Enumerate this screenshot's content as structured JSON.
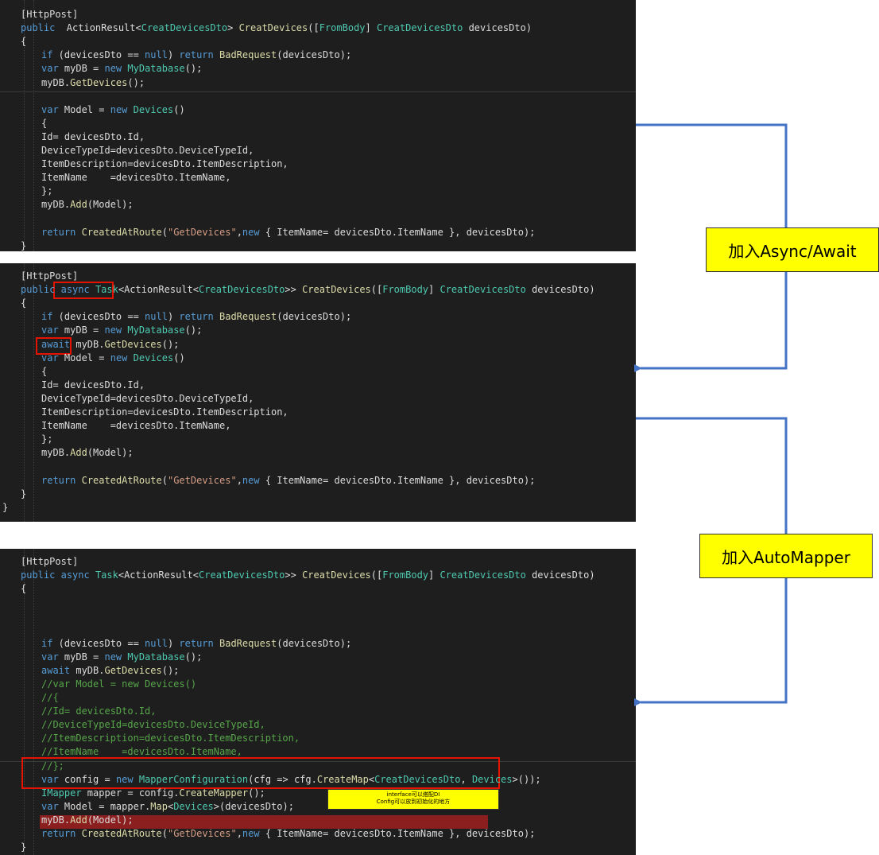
{
  "panel1": {
    "lines": [
      {
        "indent": 1,
        "segments": [
          [
            "pl",
            "[HttpPost]"
          ]
        ]
      },
      {
        "indent": 1,
        "segments": [
          [
            "kw",
            "public "
          ],
          [
            "pl",
            " ActionResult<"
          ],
          [
            "tp",
            "CreatDevicesDto"
          ],
          [
            "pl",
            "> "
          ],
          [
            "fn",
            "CreatDevices"
          ],
          [
            "pl",
            "(["
          ],
          [
            "tp",
            "FromBody"
          ],
          [
            "pl",
            "] "
          ],
          [
            "tp",
            "CreatDevicesDto"
          ],
          [
            "pl",
            " devicesDto)"
          ]
        ]
      },
      {
        "indent": 1,
        "segments": [
          [
            "pl",
            "{"
          ]
        ]
      },
      {
        "indent": 2,
        "segments": [
          [
            "kw",
            "if"
          ],
          [
            "pl",
            " (devicesDto == "
          ],
          [
            "kw",
            "null"
          ],
          [
            "pl",
            ") "
          ],
          [
            "kw",
            "return"
          ],
          [
            "pl",
            " "
          ],
          [
            "fn",
            "BadRequest"
          ],
          [
            "pl",
            "(devicesDto);"
          ]
        ]
      },
      {
        "indent": 2,
        "segments": [
          [
            "kw",
            "var"
          ],
          [
            "pl",
            " myDB = "
          ],
          [
            "kw",
            "new"
          ],
          [
            "pl",
            " "
          ],
          [
            "tp",
            "MyDatabase"
          ],
          [
            "pl",
            "();"
          ]
        ]
      },
      {
        "indent": 2,
        "segments": [
          [
            "pl",
            "myDB."
          ],
          [
            "fn",
            "GetDevices"
          ],
          [
            "pl",
            "();"
          ]
        ]
      },
      {
        "indent": 2,
        "segments": [
          [
            "pl",
            ""
          ]
        ]
      },
      {
        "indent": 2,
        "segments": [
          [
            "kw",
            "var"
          ],
          [
            "pl",
            " Model = "
          ],
          [
            "kw",
            "new"
          ],
          [
            "pl",
            " "
          ],
          [
            "tp",
            "Devices"
          ],
          [
            "pl",
            "()"
          ]
        ]
      },
      {
        "indent": 2,
        "segments": [
          [
            "pl",
            "{"
          ]
        ]
      },
      {
        "indent": 2,
        "segments": [
          [
            "pl",
            "Id= devicesDto.Id,"
          ]
        ]
      },
      {
        "indent": 2,
        "segments": [
          [
            "pl",
            "DeviceTypeId=devicesDto.DeviceTypeId,"
          ]
        ]
      },
      {
        "indent": 2,
        "segments": [
          [
            "pl",
            "ItemDescription=devicesDto.ItemDescription,"
          ]
        ]
      },
      {
        "indent": 2,
        "segments": [
          [
            "pl",
            "ItemName    =devicesDto.ItemName,"
          ]
        ]
      },
      {
        "indent": 2,
        "segments": [
          [
            "pl",
            "};"
          ]
        ]
      },
      {
        "indent": 2,
        "segments": [
          [
            "pl",
            "myDB."
          ],
          [
            "fn",
            "Add"
          ],
          [
            "pl",
            "(Model);"
          ]
        ]
      },
      {
        "indent": 2,
        "segments": [
          [
            "pl",
            ""
          ]
        ]
      },
      {
        "indent": 2,
        "segments": [
          [
            "kw",
            "return"
          ],
          [
            "pl",
            " "
          ],
          [
            "fn",
            "CreatedAtRoute"
          ],
          [
            "pl",
            "("
          ],
          [
            "st",
            "\"GetDevices\""
          ],
          [
            "pl",
            ","
          ],
          [
            "kw",
            "new"
          ],
          [
            "pl",
            " { ItemName= devicesDto.ItemName }, devicesDto);"
          ]
        ]
      },
      {
        "indent": 1,
        "segments": [
          [
            "pl",
            "}"
          ]
        ]
      }
    ]
  },
  "panel2": {
    "lines": [
      {
        "indent": 1,
        "segments": [
          [
            "pl",
            "[HttpPost]"
          ]
        ]
      },
      {
        "indent": 1,
        "segments": [
          [
            "kw",
            "public"
          ],
          [
            "pl",
            " "
          ],
          [
            "kw",
            "async"
          ],
          [
            "pl",
            " "
          ],
          [
            "tp",
            "Task"
          ],
          [
            "pl",
            "<ActionResult<"
          ],
          [
            "tp",
            "CreatDevicesDto"
          ],
          [
            "pl",
            ">> "
          ],
          [
            "fn",
            "CreatDevices"
          ],
          [
            "pl",
            "(["
          ],
          [
            "tp",
            "FromBody"
          ],
          [
            "pl",
            "] "
          ],
          [
            "tp",
            "CreatDevicesDto"
          ],
          [
            "pl",
            " devicesDto)"
          ]
        ]
      },
      {
        "indent": 1,
        "segments": [
          [
            "pl",
            "{"
          ]
        ]
      },
      {
        "indent": 2,
        "segments": [
          [
            "kw",
            "if"
          ],
          [
            "pl",
            " (devicesDto == "
          ],
          [
            "kw",
            "null"
          ],
          [
            "pl",
            ") "
          ],
          [
            "kw",
            "return"
          ],
          [
            "pl",
            " "
          ],
          [
            "fn",
            "BadRequest"
          ],
          [
            "pl",
            "(devicesDto);"
          ]
        ]
      },
      {
        "indent": 2,
        "segments": [
          [
            "kw",
            "var"
          ],
          [
            "pl",
            " myDB = "
          ],
          [
            "kw",
            "new"
          ],
          [
            "pl",
            " "
          ],
          [
            "tp",
            "MyDatabase"
          ],
          [
            "pl",
            "();"
          ]
        ]
      },
      {
        "indent": 2,
        "segments": [
          [
            "kw",
            "await"
          ],
          [
            "pl",
            " myDB."
          ],
          [
            "fn",
            "GetDevices"
          ],
          [
            "pl",
            "();"
          ]
        ]
      },
      {
        "indent": 2,
        "segments": [
          [
            "kw",
            "var"
          ],
          [
            "pl",
            " Model = "
          ],
          [
            "kw",
            "new"
          ],
          [
            "pl",
            " "
          ],
          [
            "tp",
            "Devices"
          ],
          [
            "pl",
            "()"
          ]
        ]
      },
      {
        "indent": 2,
        "segments": [
          [
            "pl",
            "{"
          ]
        ]
      },
      {
        "indent": 2,
        "segments": [
          [
            "pl",
            "Id= devicesDto.Id,"
          ]
        ]
      },
      {
        "indent": 2,
        "segments": [
          [
            "pl",
            "DeviceTypeId=devicesDto.DeviceTypeId,"
          ]
        ]
      },
      {
        "indent": 2,
        "segments": [
          [
            "pl",
            "ItemDescription=devicesDto.ItemDescription,"
          ]
        ]
      },
      {
        "indent": 2,
        "segments": [
          [
            "pl",
            "ItemName    =devicesDto.ItemName,"
          ]
        ]
      },
      {
        "indent": 2,
        "segments": [
          [
            "pl",
            "};"
          ]
        ]
      },
      {
        "indent": 2,
        "segments": [
          [
            "pl",
            "myDB."
          ],
          [
            "fn",
            "Add"
          ],
          [
            "pl",
            "(Model);"
          ]
        ]
      },
      {
        "indent": 2,
        "segments": [
          [
            "pl",
            ""
          ]
        ]
      },
      {
        "indent": 2,
        "segments": [
          [
            "kw",
            "return"
          ],
          [
            "pl",
            " "
          ],
          [
            "fn",
            "CreatedAtRoute"
          ],
          [
            "pl",
            "("
          ],
          [
            "st",
            "\"GetDevices\""
          ],
          [
            "pl",
            ","
          ],
          [
            "kw",
            "new"
          ],
          [
            "pl",
            " { ItemName= devicesDto.ItemName }, devicesDto);"
          ]
        ]
      },
      {
        "indent": 1,
        "segments": [
          [
            "pl",
            "}"
          ]
        ]
      },
      {
        "indent": 0,
        "segments": [
          [
            "pl",
            "}"
          ]
        ]
      }
    ]
  },
  "panel3": {
    "lines": [
      {
        "indent": 1,
        "segments": [
          [
            "pl",
            "[HttpPost]"
          ]
        ]
      },
      {
        "indent": 1,
        "segments": [
          [
            "kw",
            "public"
          ],
          [
            "pl",
            " "
          ],
          [
            "kw",
            "async"
          ],
          [
            "pl",
            " "
          ],
          [
            "tp",
            "Task"
          ],
          [
            "pl",
            "<ActionResult<"
          ],
          [
            "tp",
            "CreatDevicesDto"
          ],
          [
            "pl",
            ">> "
          ],
          [
            "fn",
            "CreatDevices"
          ],
          [
            "pl",
            "(["
          ],
          [
            "tp",
            "FromBody"
          ],
          [
            "pl",
            "] "
          ],
          [
            "tp",
            "CreatDevicesDto"
          ],
          [
            "pl",
            " devicesDto)"
          ]
        ]
      },
      {
        "indent": 1,
        "segments": [
          [
            "pl",
            "{"
          ]
        ]
      },
      {
        "indent": 2,
        "segments": [
          [
            "pl",
            ""
          ]
        ]
      },
      {
        "indent": 2,
        "segments": [
          [
            "pl",
            ""
          ]
        ]
      },
      {
        "indent": 2,
        "segments": [
          [
            "pl",
            ""
          ]
        ]
      },
      {
        "indent": 2,
        "segments": [
          [
            "kw",
            "if"
          ],
          [
            "pl",
            " (devicesDto == "
          ],
          [
            "kw",
            "null"
          ],
          [
            "pl",
            ") "
          ],
          [
            "kw",
            "return"
          ],
          [
            "pl",
            " "
          ],
          [
            "fn",
            "BadRequest"
          ],
          [
            "pl",
            "(devicesDto);"
          ]
        ]
      },
      {
        "indent": 2,
        "segments": [
          [
            "kw",
            "var"
          ],
          [
            "pl",
            " myDB = "
          ],
          [
            "kw",
            "new"
          ],
          [
            "pl",
            " "
          ],
          [
            "tp",
            "MyDatabase"
          ],
          [
            "pl",
            "();"
          ]
        ]
      },
      {
        "indent": 2,
        "segments": [
          [
            "kw",
            "await"
          ],
          [
            "pl",
            " myDB."
          ],
          [
            "fn",
            "GetDevices"
          ],
          [
            "pl",
            "();"
          ]
        ]
      },
      {
        "indent": 2,
        "segments": [
          [
            "cm",
            "//var Model = new Devices()"
          ]
        ]
      },
      {
        "indent": 2,
        "segments": [
          [
            "cm",
            "//{"
          ]
        ]
      },
      {
        "indent": 2,
        "segments": [
          [
            "cm",
            "//Id= devicesDto.Id,"
          ]
        ]
      },
      {
        "indent": 2,
        "segments": [
          [
            "cm",
            "//DeviceTypeId=devicesDto.DeviceTypeId,"
          ]
        ]
      },
      {
        "indent": 2,
        "segments": [
          [
            "cm",
            "//ItemDescription=devicesDto.ItemDescription,"
          ]
        ]
      },
      {
        "indent": 2,
        "segments": [
          [
            "cm",
            "//ItemName    =devicesDto.ItemName,"
          ]
        ]
      },
      {
        "indent": 2,
        "segments": [
          [
            "cm",
            "//};"
          ]
        ]
      },
      {
        "indent": 2,
        "segments": [
          [
            "kw",
            "var"
          ],
          [
            "pl",
            " config = "
          ],
          [
            "kw",
            "new"
          ],
          [
            "pl",
            " "
          ],
          [
            "tp",
            "MapperConfiguration"
          ],
          [
            "pl",
            "(cfg => cfg."
          ],
          [
            "fn",
            "CreateMap"
          ],
          [
            "pl",
            "<"
          ],
          [
            "tp",
            "CreatDevicesDto"
          ],
          [
            "pl",
            ", "
          ],
          [
            "tp",
            "Devices"
          ],
          [
            "pl",
            ">());"
          ]
        ]
      },
      {
        "indent": 2,
        "segments": [
          [
            "tp",
            "IMapper"
          ],
          [
            "pl",
            " mapper = config."
          ],
          [
            "fn",
            "CreateMapper"
          ],
          [
            "pl",
            "();"
          ]
        ]
      },
      {
        "indent": 2,
        "segments": [
          [
            "kw",
            "var"
          ],
          [
            "pl",
            " Model = mapper."
          ],
          [
            "fn",
            "Map"
          ],
          [
            "pl",
            "<"
          ],
          [
            "tp",
            "Devices"
          ],
          [
            "pl",
            ">(devicesDto);"
          ]
        ]
      },
      {
        "indent": 2,
        "segments": [
          [
            "pl",
            "myDB."
          ],
          [
            "fn",
            "Add"
          ],
          [
            "pl",
            "(Model);"
          ]
        ]
      },
      {
        "indent": 2,
        "segments": [
          [
            "kw",
            "return"
          ],
          [
            "pl",
            " "
          ],
          [
            "fn",
            "CreatedAtRoute"
          ],
          [
            "pl",
            "("
          ],
          [
            "st",
            "\"GetDevices\""
          ],
          [
            "pl",
            ","
          ],
          [
            "kw",
            "new"
          ],
          [
            "pl",
            " { ItemName= devicesDto.ItemName }, devicesDto);"
          ]
        ]
      },
      {
        "indent": 1,
        "segments": [
          [
            "pl",
            "}"
          ]
        ]
      },
      {
        "indent": 0,
        "segments": [
          [
            "pl",
            "}"
          ]
        ]
      }
    ]
  },
  "callouts": {
    "async_await": "加入Async/Await",
    "automapper": "加入AutoMapper",
    "note_line1": "interface可以搭配DI",
    "note_line2": "Config可以放到初始化的地方"
  },
  "colors": {
    "editor_bg": "#1e1e1e",
    "keyword": "#569cd6",
    "type": "#4ec9b0",
    "method": "#dcdcaa",
    "string": "#d69d85",
    "comment": "#57a64a",
    "plain": "#dcdcdc",
    "highlight_box": "#e51400",
    "callout_bg": "#ffff00",
    "connector": "#4472c4"
  }
}
